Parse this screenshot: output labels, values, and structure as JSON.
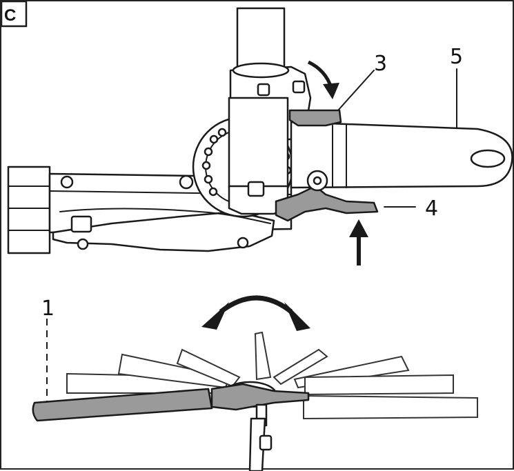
{
  "figure": {
    "badge": "C",
    "callouts": [
      {
        "id": "1",
        "text": "1"
      },
      {
        "id": "3",
        "text": "3"
      },
      {
        "id": "4",
        "text": "4"
      },
      {
        "id": "5",
        "text": "5"
      }
    ],
    "colors": {
      "line": "#1a1a1a",
      "highlight": "#9a9a9a",
      "background": "#ffffff"
    }
  }
}
